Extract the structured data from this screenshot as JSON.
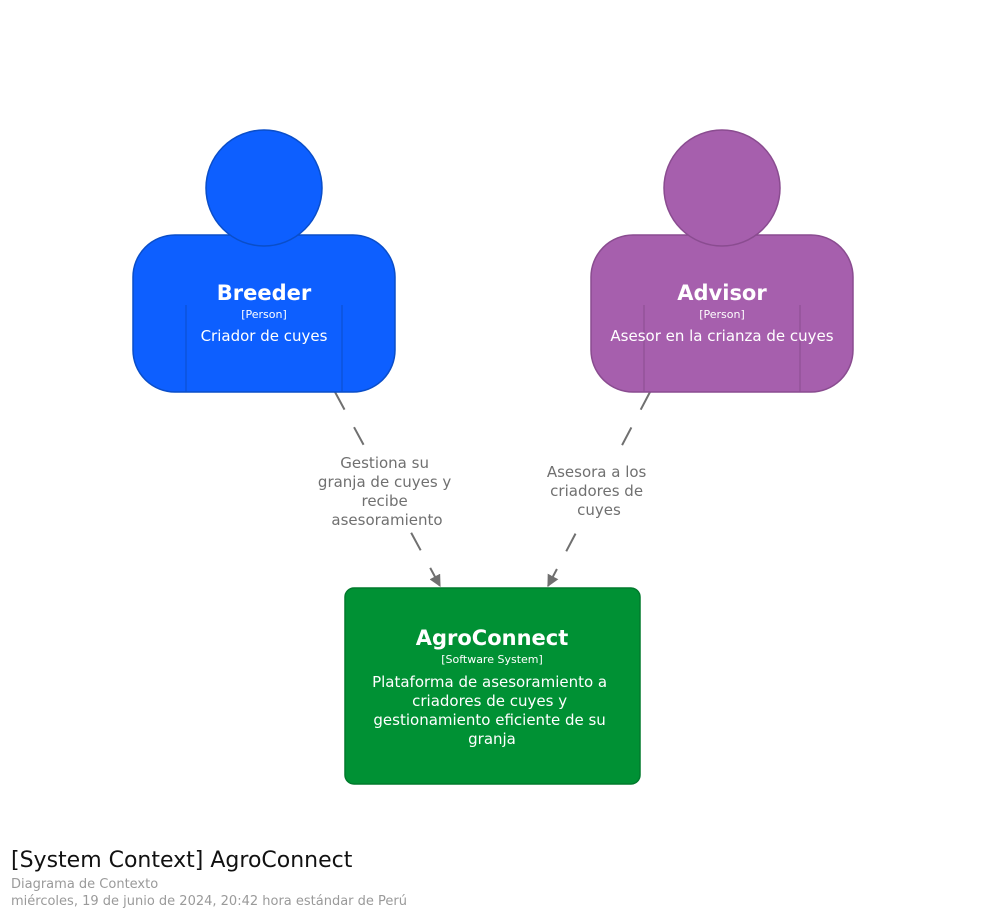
{
  "elements": {
    "breeder": {
      "name": "Breeder",
      "type": "[Person]",
      "description": "Criador de cuyes",
      "color": "#0d5fff"
    },
    "advisor": {
      "name": "Advisor",
      "type": "[Person]",
      "description": "Asesor en la crianza de cuyes",
      "color": "#a65fad"
    },
    "system": {
      "name": "AgroConnect",
      "type": "[Software System]",
      "description_lines": [
        "Plataforma de asesoramiento a",
        "criadores de cuyes y",
        "gestionamiento eficiente de su",
        "granja"
      ],
      "color": "#009134"
    }
  },
  "relationships": {
    "breeder_to_system": {
      "label_lines": [
        "Gestiona su",
        "granja de cuyes y",
        "recibe",
        "asesoramiento"
      ]
    },
    "advisor_to_system": {
      "label_lines": [
        "Asesora a los",
        "criadores de",
        "cuyes"
      ]
    }
  },
  "footer": {
    "title": "[System Context] AgroConnect",
    "subtitle": "Diagrama de Contexto",
    "timestamp": "miércoles, 19 de junio de 2024, 20:42 hora estándar de Perú"
  }
}
